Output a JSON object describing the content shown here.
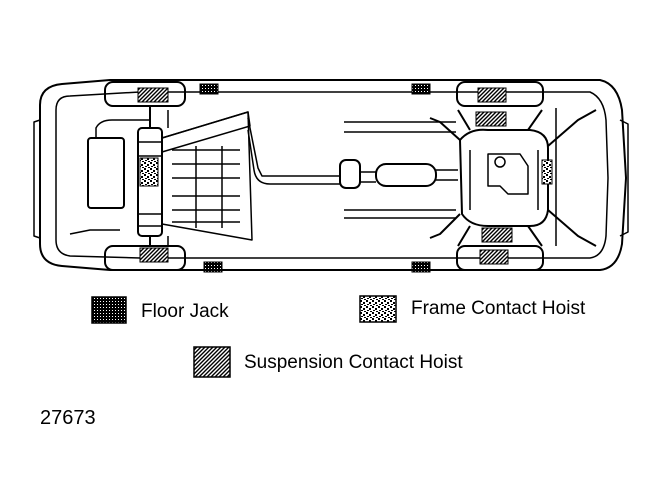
{
  "legend": {
    "floor_jack": "Floor Jack",
    "frame_contact_hoist": "Frame Contact Hoist",
    "suspension_contact_hoist": "Suspension Contact Hoist"
  },
  "figure_number": "27673",
  "colors": {
    "ink": "#000000",
    "paper": "#ffffff"
  }
}
